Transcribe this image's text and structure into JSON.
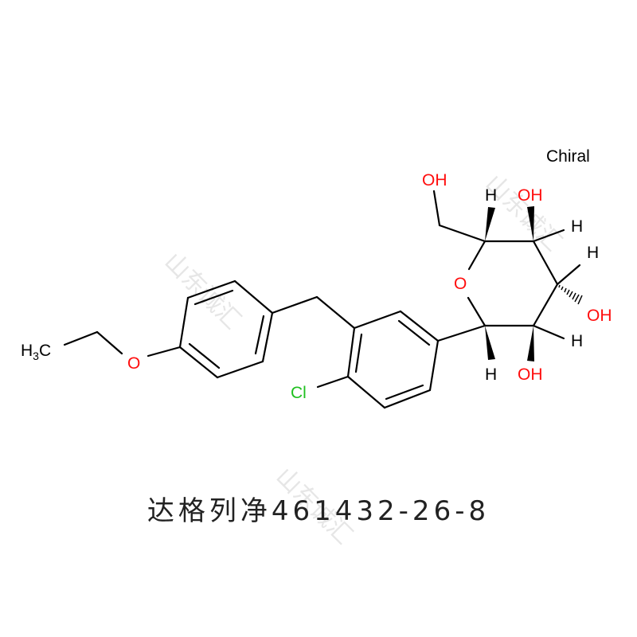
{
  "compound": {
    "name_cn": "达格列净",
    "cas": "461432-26-8",
    "caption": "达格列净461432-26-8"
  },
  "labels": {
    "chiral": "Chiral",
    "ch3": "H3C",
    "ether_o": "O",
    "cl": "Cl",
    "ring_o": "O",
    "oh_ch2": "OH",
    "h_c5": "H",
    "oh_c4": "OH",
    "h_c4": "H",
    "h_c3": "H",
    "oh_c3": "OH",
    "h_c2": "H",
    "h_c1": "H",
    "oh_c2": "OH"
  },
  "watermark": "山东诚汇",
  "colors": {
    "oxygen": "#ff0d0d",
    "chlorine": "#1fc01f",
    "carbon": "#000000",
    "watermark": "#e6e6e6"
  }
}
